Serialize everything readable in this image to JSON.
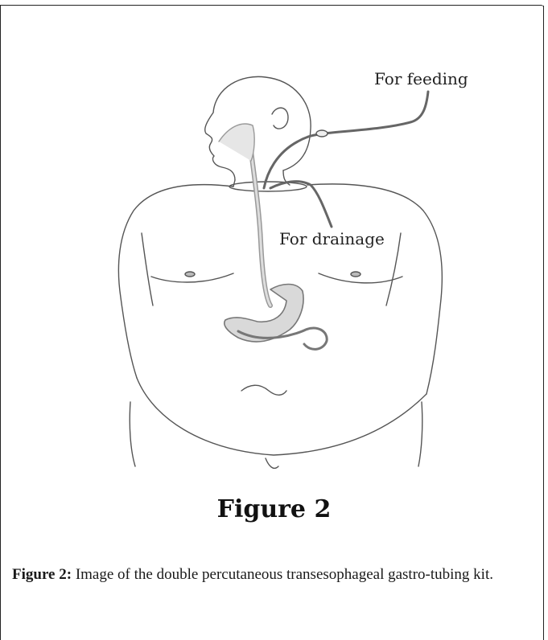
{
  "diagram": {
    "label_feeding": "For feeding",
    "label_drainage": "For drainage",
    "figure_heading": "Figure 2"
  },
  "caption": {
    "label": "Figure 2:",
    "text": " Image of the double percutaneous transesophageal gastro-tubing kit."
  },
  "colors": {
    "line": "#555555",
    "fill_tube": "#c8c8c8",
    "fill_stomach": "#d9d9d9"
  }
}
